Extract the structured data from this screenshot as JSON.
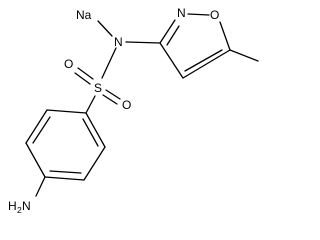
{
  "molecule": {
    "atoms": {
      "sodium": "Na",
      "nitrogen_sulfonamide": "N",
      "sulfur": "S",
      "oxygen_upper": "O",
      "oxygen_lower": "O",
      "nitrogen_isoxazole": "N",
      "oxygen_isoxazole": "O",
      "amine_h": "H",
      "amine_sub": "2",
      "amine_n": "N"
    }
  }
}
